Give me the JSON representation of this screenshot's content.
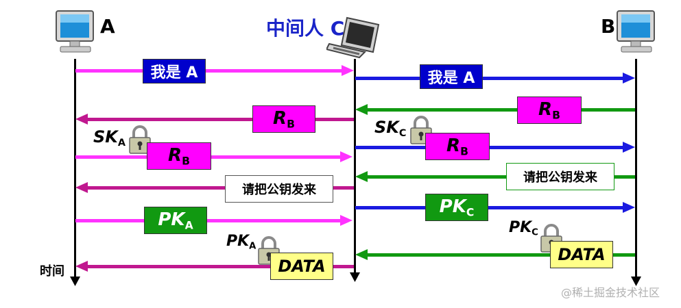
{
  "nodes": {
    "a_label": "A",
    "b_label": "B",
    "mitm_label": "中间人 C"
  },
  "time_label": "时间",
  "messages": {
    "i_am_a_left": "我是 A",
    "i_am_a_right": "我是 A",
    "send_public_key_left": "请把公钥发来",
    "send_public_key_right": "请把公钥发来",
    "r": "R",
    "r_sub": "B",
    "pk": "PK",
    "pk_a_sub": "A",
    "pk_c_sub": "C",
    "sk": "SK",
    "sk_a_sub": "A",
    "sk_c_sub": "C",
    "data": "DATA"
  },
  "watermark": "@稀土掘金技术社区",
  "colors": {
    "magenta": "#ff33ff",
    "purple": "#c0188f",
    "blue": "#1a1ae0",
    "green": "#119911",
    "box_blue": "#0000cc",
    "box_magenta": "#ff00ff",
    "box_green": "#119911",
    "box_yellow": "#ffff88",
    "mitm_text": "#1a24c8"
  },
  "icons": [
    "computer-a-icon",
    "computer-b-icon",
    "laptop-c-icon",
    "lock-icon"
  ]
}
